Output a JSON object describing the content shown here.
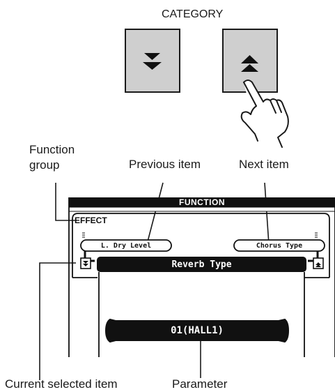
{
  "category": {
    "title": "CATEGORY",
    "down_icon": "double-chevron-down-icon",
    "up_icon": "double-chevron-up-icon",
    "hand_icon": "pointing-hand-icon"
  },
  "labels": {
    "function_group": "Function\ngroup",
    "previous_item": "Previous item",
    "next_item": "Next item",
    "current_selected_item": "Current selected item",
    "parameter": "Parameter"
  },
  "display": {
    "header": "FUNCTION",
    "group": "EFFECT",
    "previous": "L. Dry Level",
    "next": "Chorus Type",
    "current": "Reverb Type",
    "value": "01(HALL1)"
  },
  "colors": {
    "button_fill": "#cfcfcf",
    "lcd_dark": "#111111",
    "outline": "#1a1a1a"
  }
}
